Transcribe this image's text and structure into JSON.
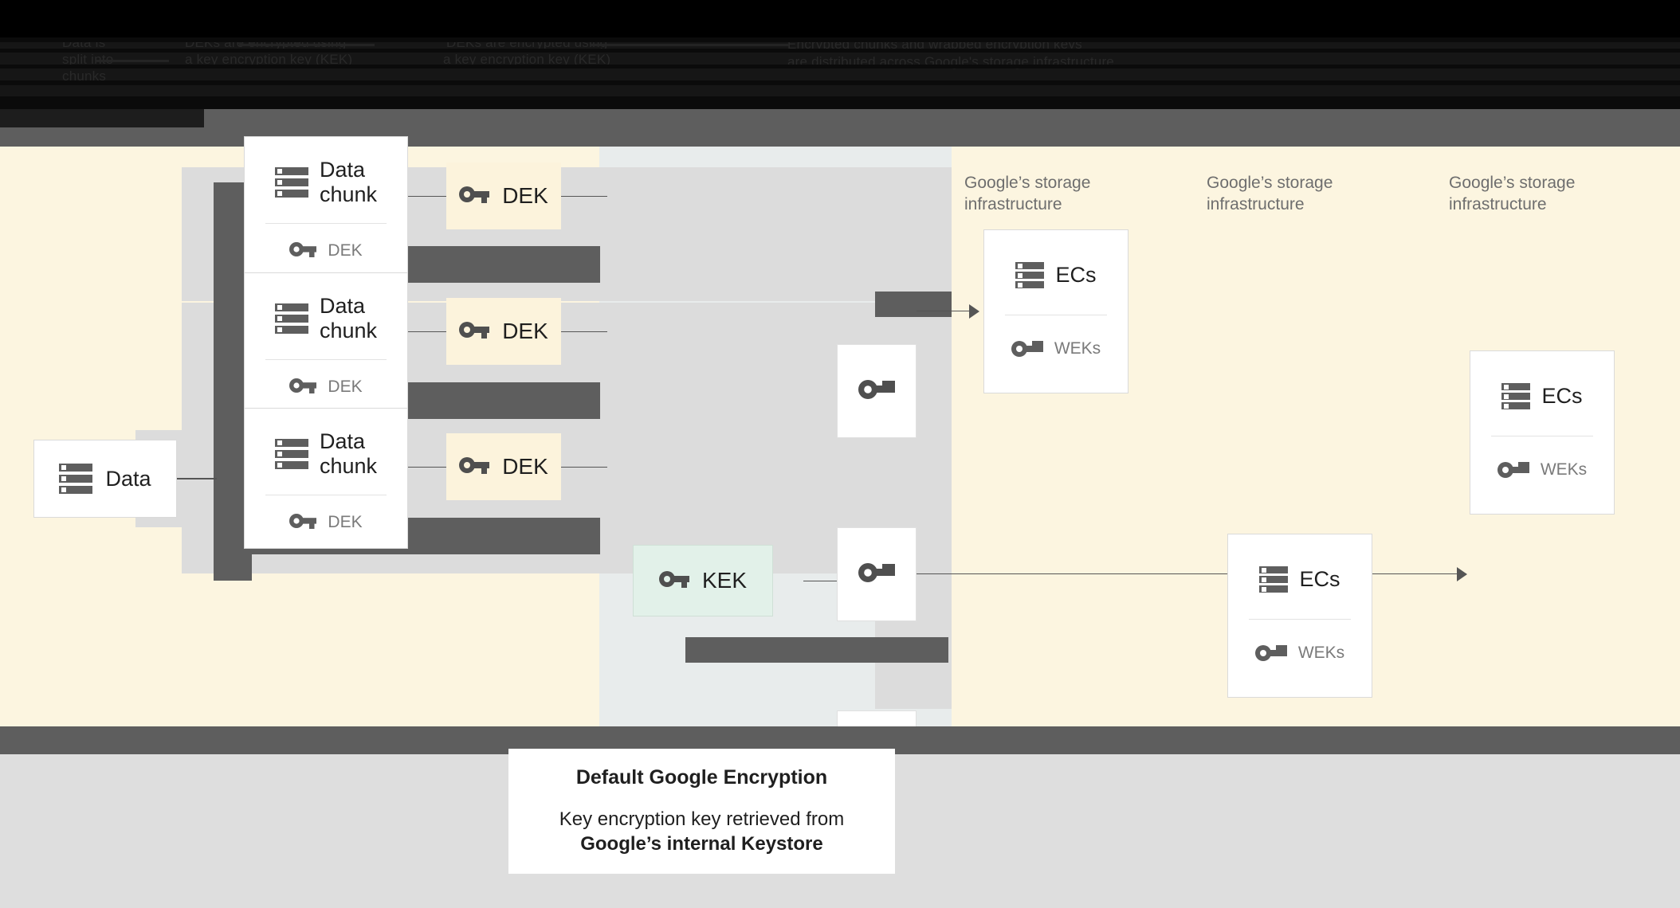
{
  "header": {
    "obscured": true,
    "lines_left": [
      "Data is",
      "split into",
      "chunks"
    ],
    "lines_mid": [
      "DEKs are encrypted using",
      "a key encryption key (KEK)"
    ],
    "lines_right": [
      "Encrypted chunks and wrapped encryption keys",
      "are distributed across Google's storage infrastructure"
    ]
  },
  "diagram": {
    "source": {
      "label": "Data",
      "icon": "server-icon"
    },
    "chunks": [
      {
        "title": "Data chunk",
        "key_label": "DEK",
        "icon": "server-icon",
        "key_icon": "key-icon"
      },
      {
        "title": "Data chunk",
        "key_label": "DEK",
        "icon": "server-icon",
        "key_icon": "key-icon"
      },
      {
        "title": "Data chunk",
        "key_label": "DEK",
        "icon": "server-icon",
        "key_icon": "key-icon"
      }
    ],
    "deks": [
      {
        "label": "DEK",
        "icon": "key-icon"
      },
      {
        "label": "DEK",
        "icon": "key-icon"
      },
      {
        "label": "DEK",
        "icon": "key-icon"
      }
    ],
    "kek": {
      "label": "KEK",
      "icon": "key-icon"
    },
    "wrapped_keys": [
      {
        "icon": "key-icon"
      },
      {
        "icon": "key-icon"
      },
      {
        "icon": "key-icon"
      }
    ],
    "infra_labels": [
      "Google’s storage\ninfrastructure",
      "Google’s storage\ninfrastructure",
      "Google’s storage\ninfrastructure"
    ],
    "storage": [
      {
        "title": "ECs",
        "key_label": "WEKs",
        "icon": "server-icon",
        "key_icon": "key-icon"
      },
      {
        "title": "ECs",
        "key_label": "WEKs",
        "icon": "server-icon",
        "key_icon": "key-icon"
      },
      {
        "title": "ECs",
        "key_label": "WEKs",
        "icon": "server-icon",
        "key_icon": "key-icon"
      }
    ]
  },
  "caption": {
    "title": "Default Google Encryption",
    "body_line1": "Key encryption key retrieved from",
    "body_line2": "Google’s internal Keystore"
  },
  "colors": {
    "canvas_cream": "#fcf5e0",
    "band_blue": "#e8ecec",
    "row_gray": "#dcdcdc",
    "connector_dark": "#5e5e5e",
    "kek_green": "#e2f1e9",
    "dek_cream": "#fcf3dc",
    "footer_gray": "#dedede"
  }
}
